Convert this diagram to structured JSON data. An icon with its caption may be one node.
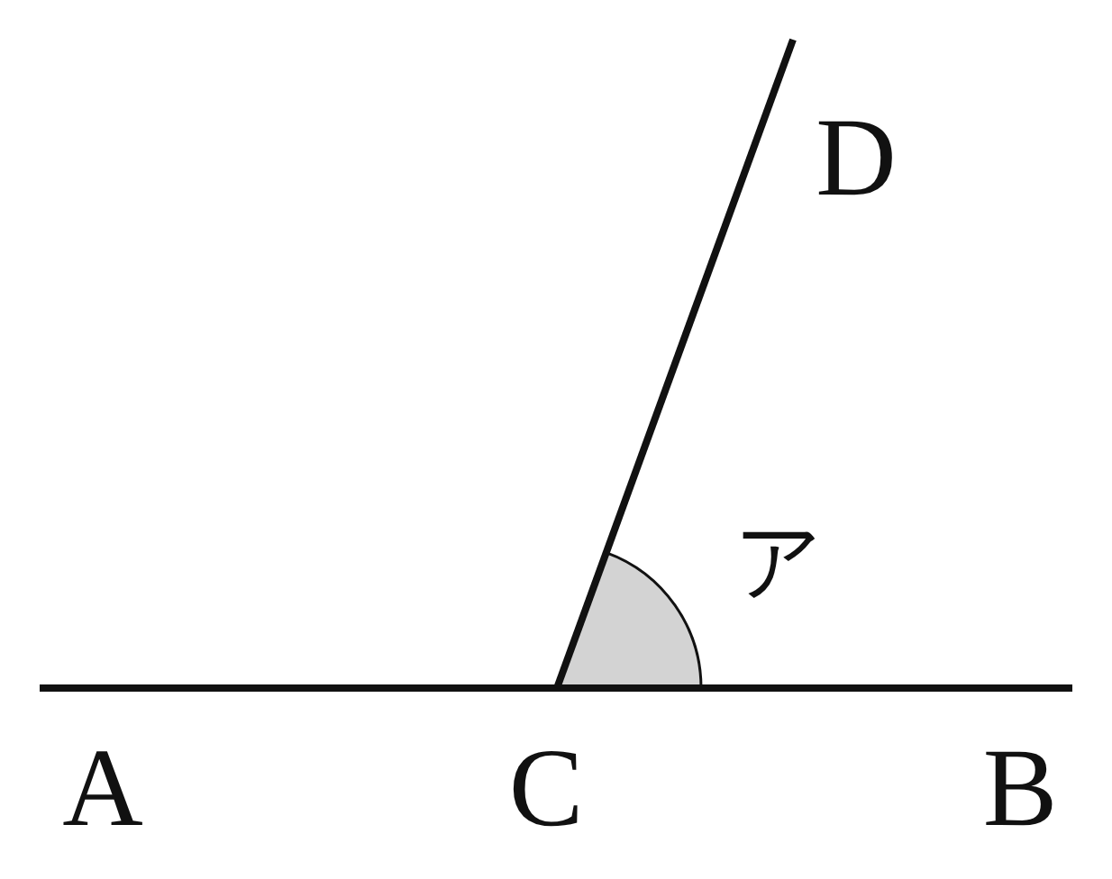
{
  "diagram": {
    "labels": [
      "D",
      "ア",
      "A",
      "C",
      "B"
    ]
  }
}
